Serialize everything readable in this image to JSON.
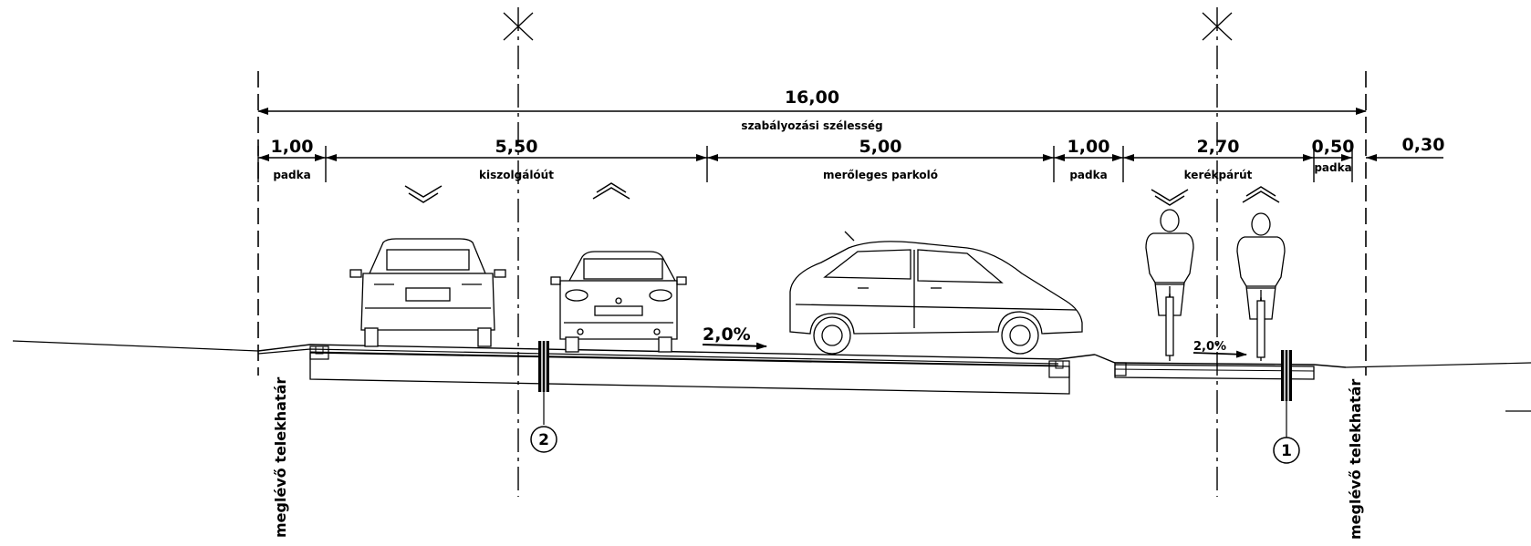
{
  "total": {
    "value": "16,00",
    "label": "szabályozási szélesség"
  },
  "segments": [
    {
      "value": "1,00",
      "label": "padka"
    },
    {
      "value": "5,50",
      "label": "kiszolgálóút"
    },
    {
      "value": "5,00",
      "label": "merőleges parkoló"
    },
    {
      "value": "1,00",
      "label": "padka"
    },
    {
      "value": "2,70",
      "label": "kerékpárút"
    },
    {
      "value": "0,50",
      "label": "padka"
    }
  ],
  "outer_dimension": {
    "value": "0,30"
  },
  "slopes": {
    "road": "2,0%",
    "bike": "2,0%"
  },
  "markers": {
    "left": "2",
    "right": "1"
  },
  "boundary_labels": {
    "left": "meglévő telekhatár",
    "right": "meglévő telekhatár"
  }
}
